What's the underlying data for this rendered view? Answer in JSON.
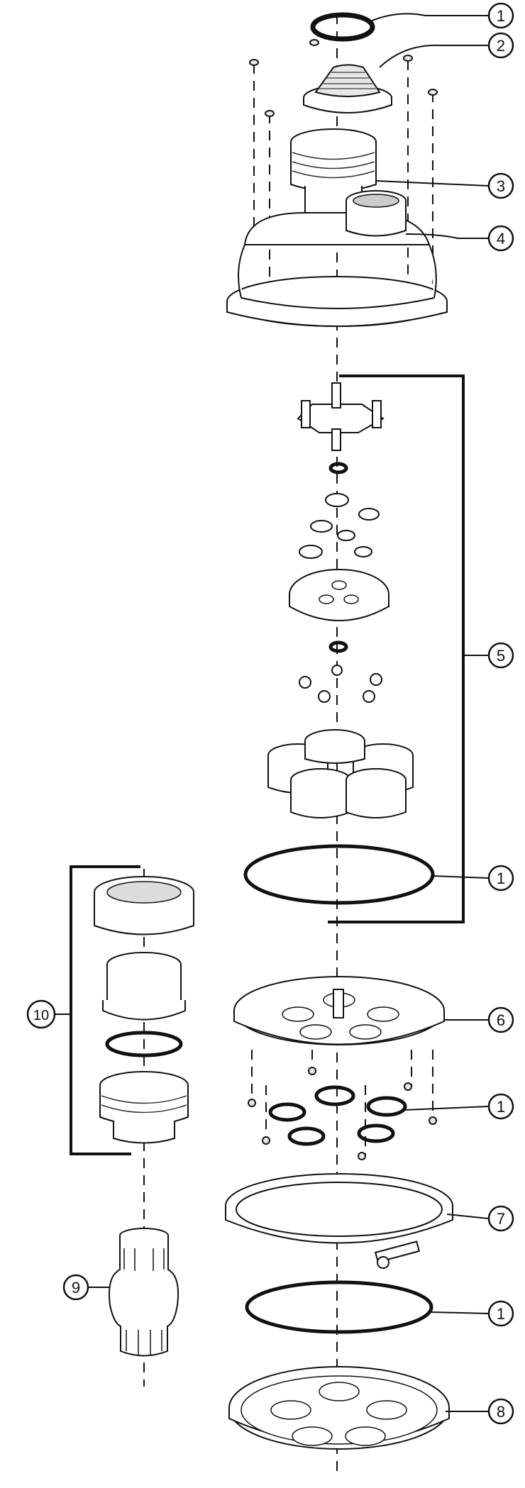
{
  "diagram": {
    "callouts": [
      {
        "id": "c1a",
        "label": "1"
      },
      {
        "id": "c2",
        "label": "2"
      },
      {
        "id": "c3",
        "label": "3"
      },
      {
        "id": "c4",
        "label": "4"
      },
      {
        "id": "c5",
        "label": "5"
      },
      {
        "id": "c1b",
        "label": "1"
      },
      {
        "id": "c10",
        "label": "10"
      },
      {
        "id": "c6",
        "label": "6"
      },
      {
        "id": "c1c",
        "label": "1"
      },
      {
        "id": "c7",
        "label": "7"
      },
      {
        "id": "c9",
        "label": "9"
      },
      {
        "id": "c1d",
        "label": "1"
      },
      {
        "id": "c8",
        "label": "8"
      }
    ]
  }
}
